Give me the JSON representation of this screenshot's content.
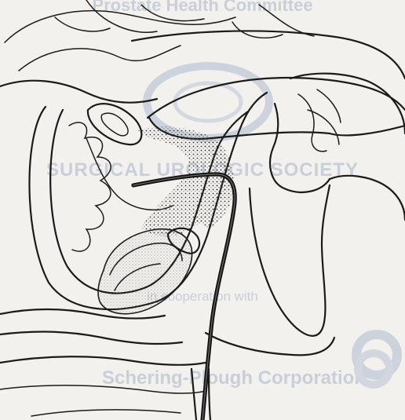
{
  "watermark": {
    "top_line": "Prostate Health Committee",
    "society": "SURGICAL UROLOGIC SOCIETY",
    "cooperation": "in cooperation with",
    "company": "Schering-Plough Corporation"
  },
  "colors": {
    "paper": "#f2f1ee",
    "ink": "#1b1b1b",
    "watermark": "#c9cfd9"
  },
  "icons": {
    "logo_top": "watermark-seal-icon",
    "logo_bottom": "watermark-logo-icon"
  }
}
